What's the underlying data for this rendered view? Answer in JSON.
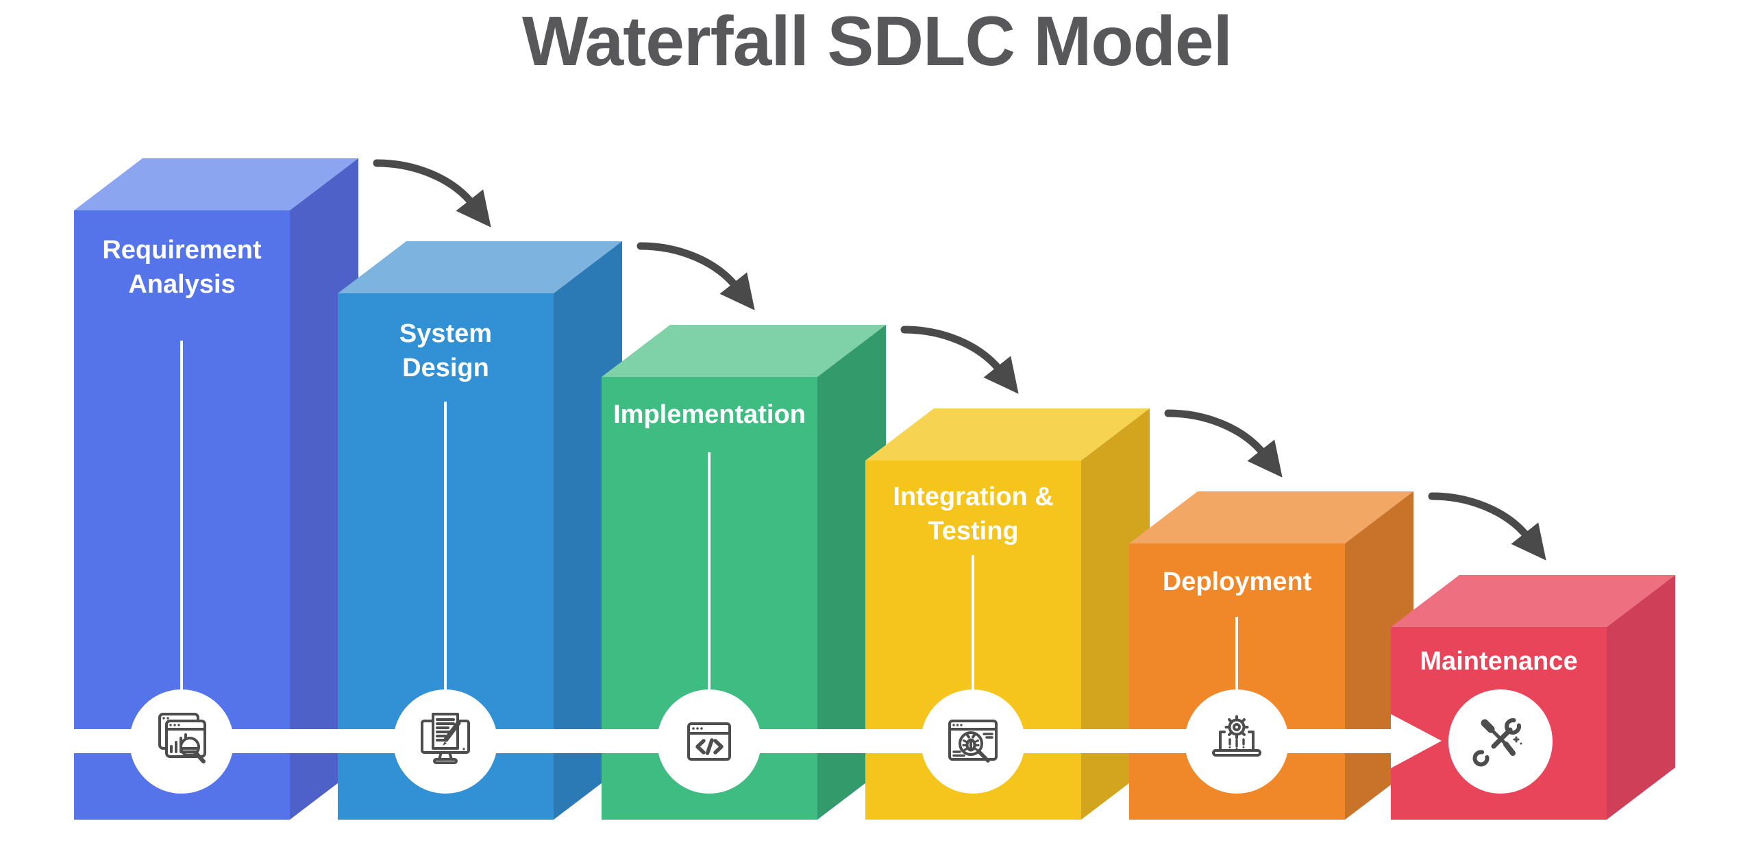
{
  "title": {
    "text": "Waterfall SDLC Model",
    "color": "#58585a"
  },
  "diagram": {
    "background_color": "#ffffff",
    "flow_arrow_color": "#4a4a4a",
    "timeline_color": "#ffffff",
    "icon_stroke_color": "#4d4d4d",
    "label_text_color": "#ffffff",
    "steps": [
      {
        "order": 1,
        "label": "Requirement\nAnalysis",
        "icon": "analysis-icon",
        "colors": {
          "front": "#5574ea",
          "top": "#8ca5f0",
          "side": "#4d61c8"
        }
      },
      {
        "order": 2,
        "label": "System\nDesign",
        "icon": "design-icon",
        "colors": {
          "front": "#3191d4",
          "top": "#7db4df",
          "side": "#2b7ab5"
        }
      },
      {
        "order": 3,
        "label": "Implementation",
        "icon": "code-icon",
        "colors": {
          "front": "#3fbc81",
          "top": "#7fd2a7",
          "side": "#339a6c"
        }
      },
      {
        "order": 4,
        "label": "Integration &\nTesting",
        "icon": "testing-icon",
        "colors": {
          "front": "#f5c51d",
          "top": "#f6d452",
          "side": "#d3a51e"
        }
      },
      {
        "order": 5,
        "label": "Deployment",
        "icon": "deployment-icon",
        "colors": {
          "front": "#f08728",
          "top": "#f3a765",
          "side": "#c8722a"
        }
      },
      {
        "order": 6,
        "label": "Maintenance",
        "icon": "maintenance-icon",
        "colors": {
          "front": "#e9455a",
          "top": "#ee6f7f",
          "side": "#cf4058"
        }
      }
    ]
  }
}
